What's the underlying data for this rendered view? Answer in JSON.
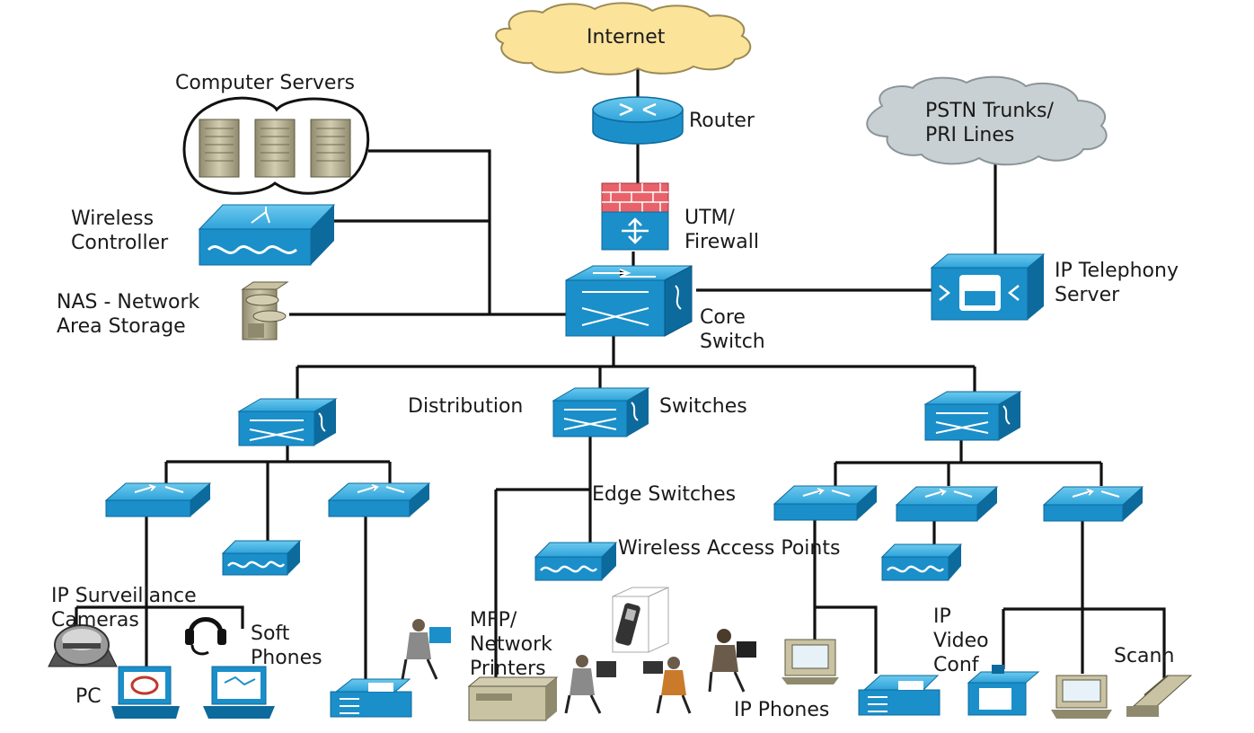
{
  "labels": {
    "internet": "Internet",
    "router": "Router",
    "pstn": "PSTN Trunks/\nPRI Lines",
    "computer_servers": "Computer Servers",
    "utm_firewall": "UTM/\nFirewall",
    "wireless_controller": "Wireless\nController",
    "ip_telephony_server": "IP Telephony\nServer",
    "nas": "NAS - Network\nArea Storage",
    "core_switch": "Core\nSwitch",
    "distribution": "Distribution",
    "switches": "Switches",
    "edge_switches": "Edge Switches",
    "wireless_access_points": "Wireless Access Points",
    "ip_surveillance": "IP Surveillance\nCameras",
    "soft_phones": "Soft\nPhones",
    "mfp": "MFP/\nNetwork\nPrinters",
    "pc": "PC",
    "ip_video_conf": "IP\nVideo\nConf",
    "scanner": "Scann",
    "ip_phones": "IP Phones"
  },
  "colors": {
    "device_blue": "#1b8fc9",
    "device_top": "#4fb8e6",
    "device_dark": "#0d6a9c",
    "cloud_yellow": "#fbe39a",
    "cloud_gray": "#c9d0d3",
    "line": "#111111",
    "server_beige": "#c9c3a3"
  }
}
